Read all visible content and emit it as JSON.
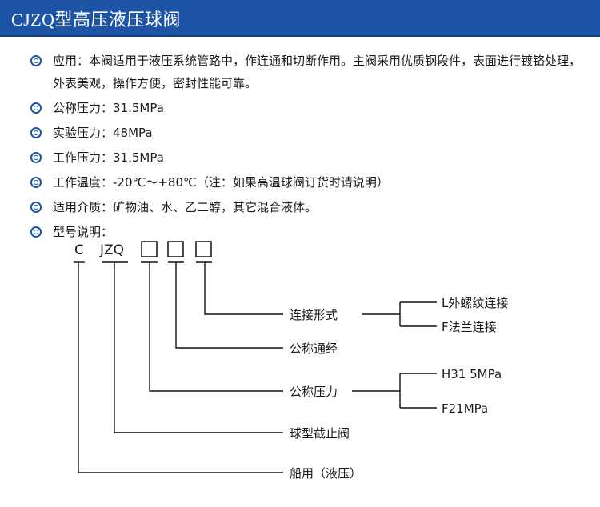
{
  "header": {
    "title": "CJZQ型高压液压球阀"
  },
  "specs": [
    {
      "text": "应用：本阀适用于液压系统管路中，作连通和切断作用。主阀采用优质钢段件，表面进行镀铬处理，外表美观，操作方便，密封性能可靠。"
    },
    {
      "text": "公称压力：31.5MPa"
    },
    {
      "text": "实验压力：48MPa"
    },
    {
      "text": "工作压力：31.5MPa"
    },
    {
      "text": "工作温度：-20℃～+80℃（注：如果高温球阀订货时请说明）"
    },
    {
      "text": "适用介质：矿物油、水、乙二醇，其它混合液体。"
    },
    {
      "text": "型号说明："
    }
  ],
  "model_code": {
    "prefix": "C",
    "series": "JZQ"
  },
  "labels": {
    "connection": "连接形式",
    "nominal_diameter": "公称通经",
    "nominal_pressure": "公称压力",
    "valve_type": "球型截止阀",
    "marine": "船用（液压）"
  },
  "options": {
    "connection_l": "L外螺纹连接",
    "connection_f": "F法兰连接",
    "pressure_h": "H31 5MPa",
    "pressure_f": "F21MPa"
  }
}
